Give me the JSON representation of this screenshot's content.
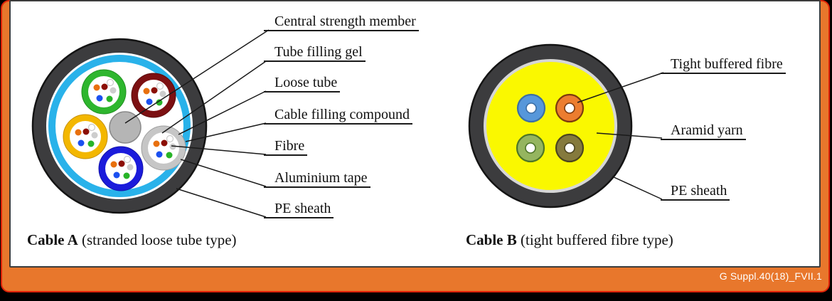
{
  "frame": {
    "orange": "#E8772C",
    "red_edge": "#DF2208",
    "panel_border": "#3C3C3C"
  },
  "leader_color": "#1A1A1A",
  "footer": {
    "figure_id": "G Suppl.40(18)_FVII.1"
  },
  "cable_a": {
    "caption": {
      "bold": "Cable A",
      "rest": " (stranded loose tube type)"
    },
    "labels": [
      {
        "text": "Central strength member"
      },
      {
        "text": "Tube filling gel"
      },
      {
        "text": "Loose tube"
      },
      {
        "text": "Cable filling compound"
      },
      {
        "text": "Fibre"
      },
      {
        "text": "Aluminium tape"
      },
      {
        "text": "PE sheath"
      }
    ],
    "colors": {
      "pe_sheath": "#3C3C3E",
      "sheath_outline": "#141414",
      "aluminium_tape": "#29B2EA",
      "filling_compound": "#FFFFFF",
      "central_member": "#B5B5B5",
      "central_member_outline": "#8A8A8A",
      "tube_rings": [
        {
          "fill": "#2EB62E",
          "stroke": "#1E8E1E"
        },
        {
          "fill": "#7C1012",
          "stroke": "#5A090B"
        },
        {
          "fill": "#C6C6C6",
          "stroke": "#9E9E9E"
        },
        {
          "fill": "#1B1BDB",
          "stroke": "#1111A8"
        },
        {
          "fill": "#F3B700",
          "stroke": "#C68F00"
        }
      ],
      "fibre_colors": [
        "#E8700E",
        "#8B0F04",
        "#FFFFFF",
        "#CDCDCD",
        "#1B50F0",
        "#28B428"
      ],
      "white_fibre_outline": "#C9C9C9"
    }
  },
  "cable_b": {
    "caption": {
      "bold": "Cable B",
      "rest": " (tight buffered fibre type)"
    },
    "labels": [
      {
        "text": "Tight buffered fibre"
      },
      {
        "text": "Aramid yarn"
      },
      {
        "text": "PE sheath"
      }
    ],
    "colors": {
      "pe_sheath": "#3C3C3E",
      "sheath_outline": "#141414",
      "inner_liner": "#D6D6D6",
      "aramid_yarn": "#FAF800",
      "fibres": [
        {
          "fill": "#5697DA",
          "stroke": "#3B6EA5"
        },
        {
          "fill": "#EC7D2F",
          "stroke": "#7C3A0E"
        },
        {
          "fill": "#95B55F",
          "stroke": "#4E7527"
        },
        {
          "fill": "#857A3D",
          "stroke": "#4C451F"
        }
      ]
    }
  }
}
